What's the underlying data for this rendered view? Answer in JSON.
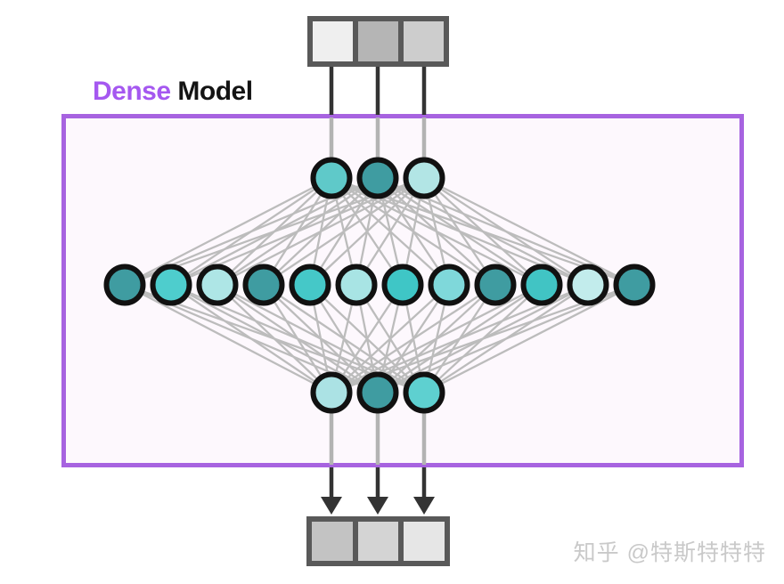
{
  "diagram": {
    "title": {
      "highlight": "Dense",
      "rest": " Model"
    },
    "colors": {
      "accent_purple_text": "#a558f0",
      "box_border_purple": "#a763e0",
      "box_fill": "#fdf8fd",
      "node_stroke": "#111111",
      "edge_gray": "#bcbcbc",
      "connector_gray": "#b3b3b3",
      "dark_line": "#333333",
      "token_border": "#595959",
      "watermark_gray": "#c9c9c9"
    },
    "input_tokens": {
      "cells": [
        "#efefef",
        "#b5b5b5",
        "#cdcdcd"
      ]
    },
    "output_tokens": {
      "cells": [
        "#c3c3c3",
        "#d4d4d4",
        "#e6e6e6"
      ]
    },
    "layers": {
      "top": {
        "count": 3,
        "fills": [
          "#5fc9c9",
          "#3f9ca1",
          "#b2e5e5"
        ]
      },
      "middle": {
        "count": 12,
        "fills": [
          "#3f9ca1",
          "#4ecdcd",
          "#aee6e6",
          "#3f9ca1",
          "#45c8c8",
          "#a8e4e4",
          "#3fc6c6",
          "#7fd8da",
          "#3f9ca1",
          "#41c4c4",
          "#c2ecec",
          "#3f9ca1"
        ]
      },
      "bottom": {
        "count": 3,
        "fills": [
          "#abe2e4",
          "#3f9ca1",
          "#5ed0d0"
        ]
      }
    }
  },
  "watermark": {
    "text": "知乎 @特斯特特特"
  }
}
